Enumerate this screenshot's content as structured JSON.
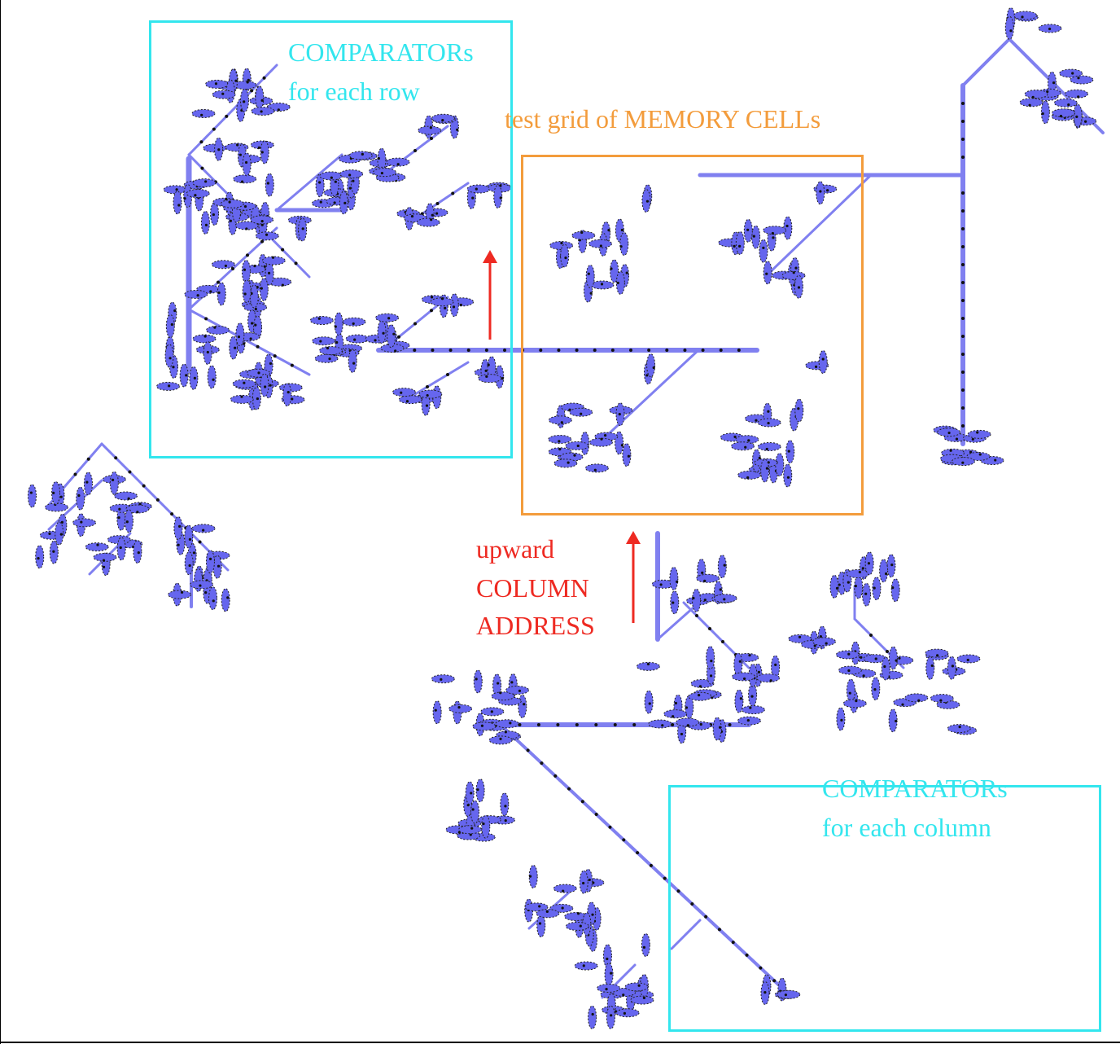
{
  "labels": {
    "row_comparators_line1": "COMPARATORs",
    "row_comparators_line2": "for each row",
    "memory_cells": "test grid of MEMORY CELLs",
    "column_address_line1": "upward",
    "column_address_line2": "COLUMN",
    "column_address_line3": "ADDRESS",
    "column_comparators_line1": "COMPARATORs",
    "column_comparators_line2": "for each column"
  },
  "colors": {
    "comparator_box": "#33e6ee",
    "memory_box": "#f39c3c",
    "address_text": "#ee2a22",
    "arrow": "#ee2a22",
    "wire": "#8080f0",
    "glider": "#6666ee",
    "dot": "#111111"
  }
}
